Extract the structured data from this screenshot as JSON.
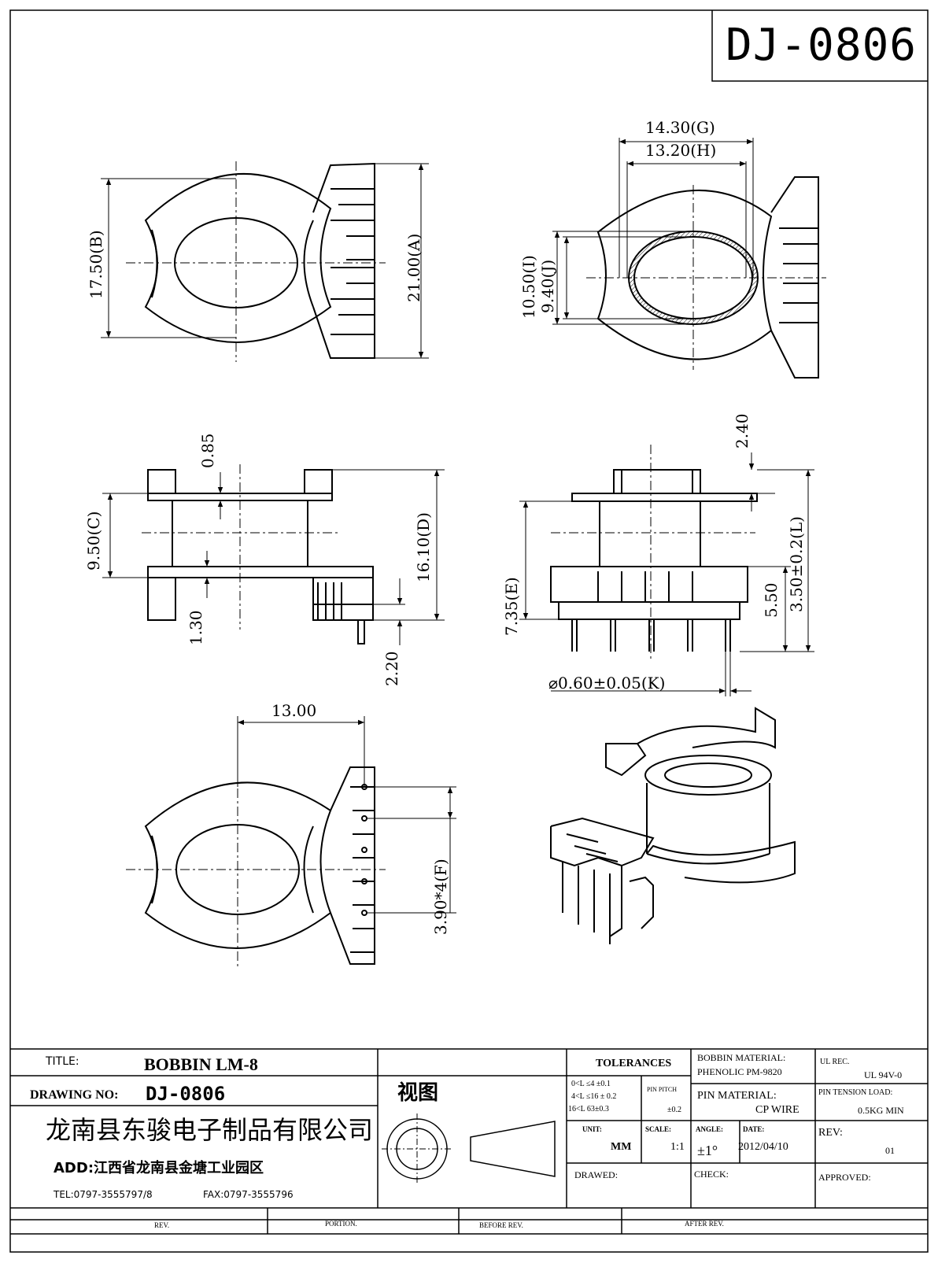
{
  "drawing_code": "DJ-0806",
  "dimensions": {
    "G": "14.30(G)",
    "H": "13.20(H)",
    "B": "17.50(B)",
    "A": "21.00(A)",
    "I": "10.50(I)",
    "J": "9.40(J)",
    "d085": "0.85",
    "C": "9.50(C)",
    "D": "16.10(D)",
    "d130": "1.30",
    "d220": "2.20",
    "d240": "2.40",
    "L": "3.50±0.2(L)",
    "d550": "5.50",
    "E": "7.35(E)",
    "K": "⌀0.60±0.05(K)",
    "d1300": "13.00",
    "F": "3.90*4(F)"
  },
  "title_block": {
    "title_label": "TITLE:",
    "title_value": "BOBBIN  LM-8",
    "drawing_no_label": "DRAWING NO:",
    "drawing_no_value": "DJ-0806",
    "view_label": "视图",
    "company": "龙南县东骏电子制品有限公司",
    "address": "ADD:江西省龙南县金塘工业园区",
    "tel": "TEL:0797-3555797/8",
    "fax": "FAX:0797-3555796",
    "tolerances_label": "TOLERANCES",
    "tol_1": "0<L ≤4  ±0.1",
    "tol_2": "4<L ≤16 ± 0.2",
    "tol_3": "16<L 63±0.3",
    "pin_pitch_label": "PIN PITCH",
    "pin_pitch_value": "±0.2",
    "unit_label": "UNIT:",
    "unit_value": "MM",
    "scale_label": "SCALE:",
    "scale_value": "1:1",
    "bobbin_material_label": "BOBBIN MATERIAL:",
    "bobbin_material_value": "PHENOLIC  PM-9820",
    "pin_material_label": "PIN MATERIAL:",
    "pin_material_value": "CP WIRE",
    "angle_label": "ANGLE:",
    "angle_value": "±1°",
    "date_label": "DATE:",
    "date_value": "2012/04/10",
    "ul_label": "UL REC.",
    "ul_value": "UL  94V-0",
    "pin_tension_label": "PIN TENSION LOAD:",
    "pin_tension_value": "0.5KG MIN",
    "rev_label": "REV:",
    "rev_value": "01",
    "drawed_label": "DRAWED:",
    "check_label": "CHECK:",
    "approved_label": "APPROVED:"
  },
  "revision_row": {
    "rev": "REV.",
    "portion": "PORTION.",
    "before_rev": "BEFORE REV.",
    "after_rev": "AFTER REV."
  }
}
